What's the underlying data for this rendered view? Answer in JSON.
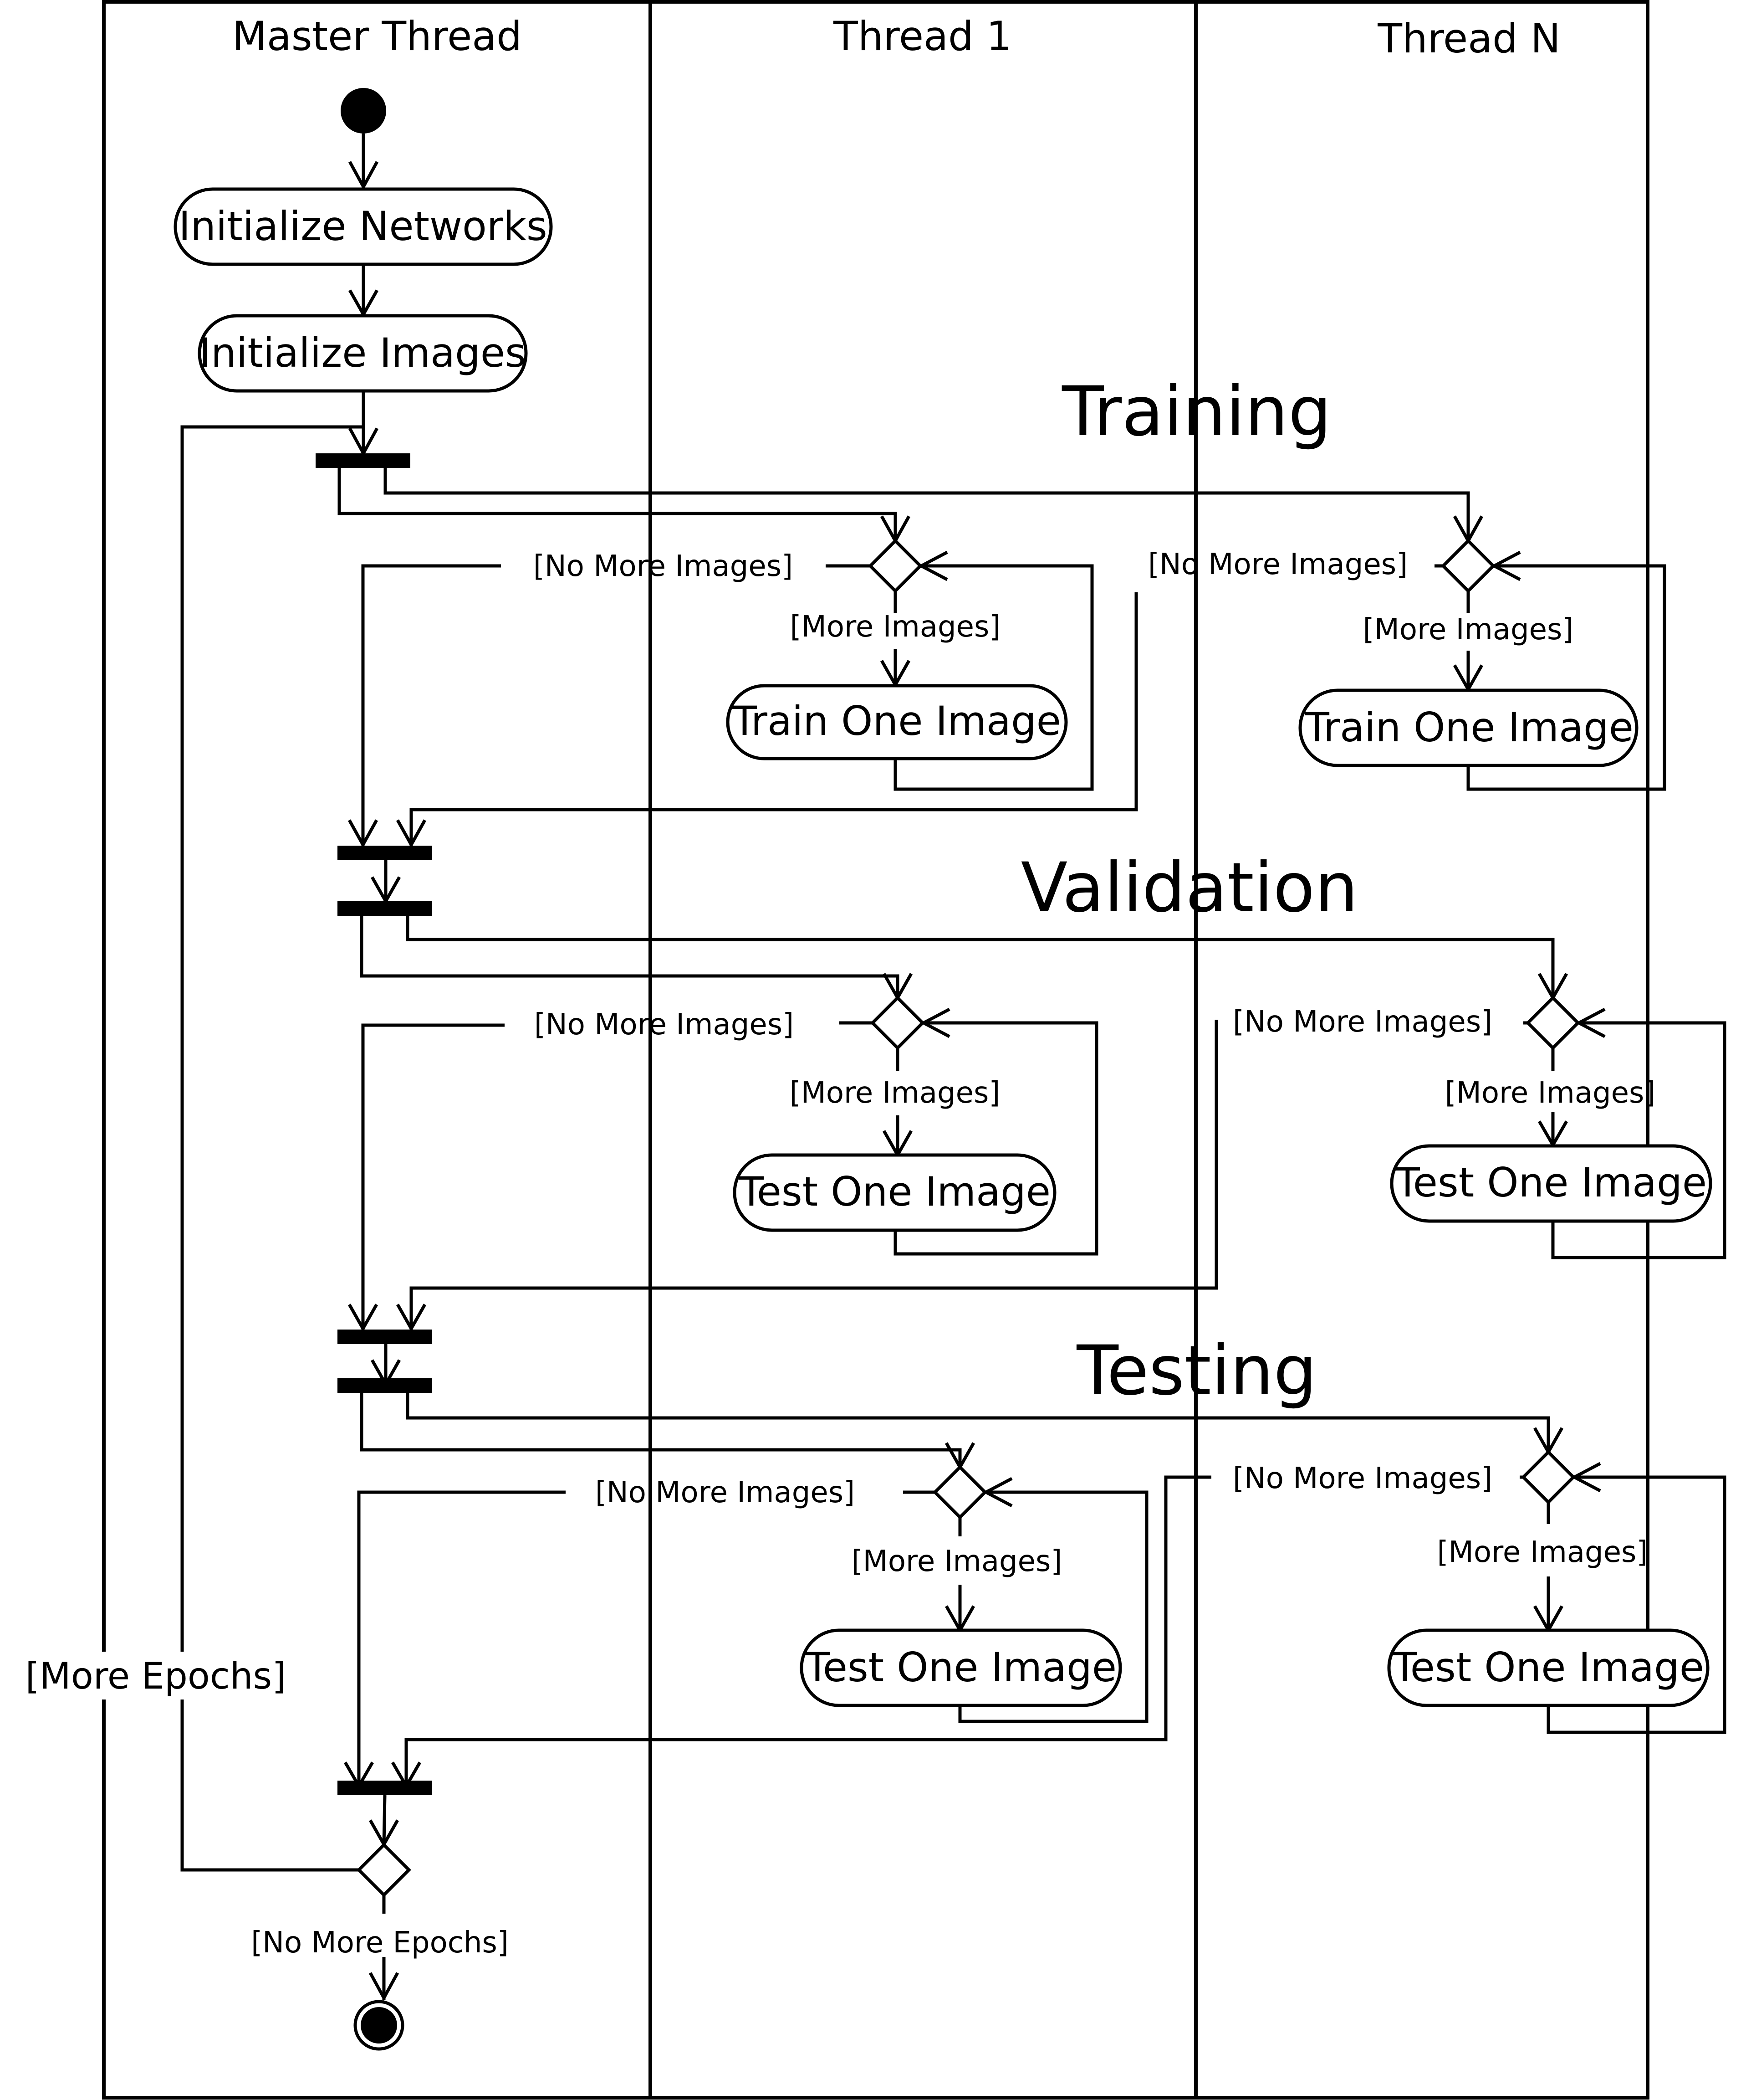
{
  "lanes": {
    "master": "Master Thread",
    "thread1": "Thread 1",
    "threadN": "Thread N"
  },
  "phases": {
    "training": "Training",
    "validation": "Validation",
    "testing": "Testing"
  },
  "actions": {
    "init_networks": "Initialize Networks",
    "init_images": "Initialize Images",
    "train_one_image": "Train One Image",
    "test_one_image": "Test One Image"
  },
  "guards": {
    "more_images": "[More Images]",
    "no_more_images": "[No More Images]",
    "more_epochs": "[More Epochs]",
    "no_more_epochs": "[No More Epochs]"
  }
}
